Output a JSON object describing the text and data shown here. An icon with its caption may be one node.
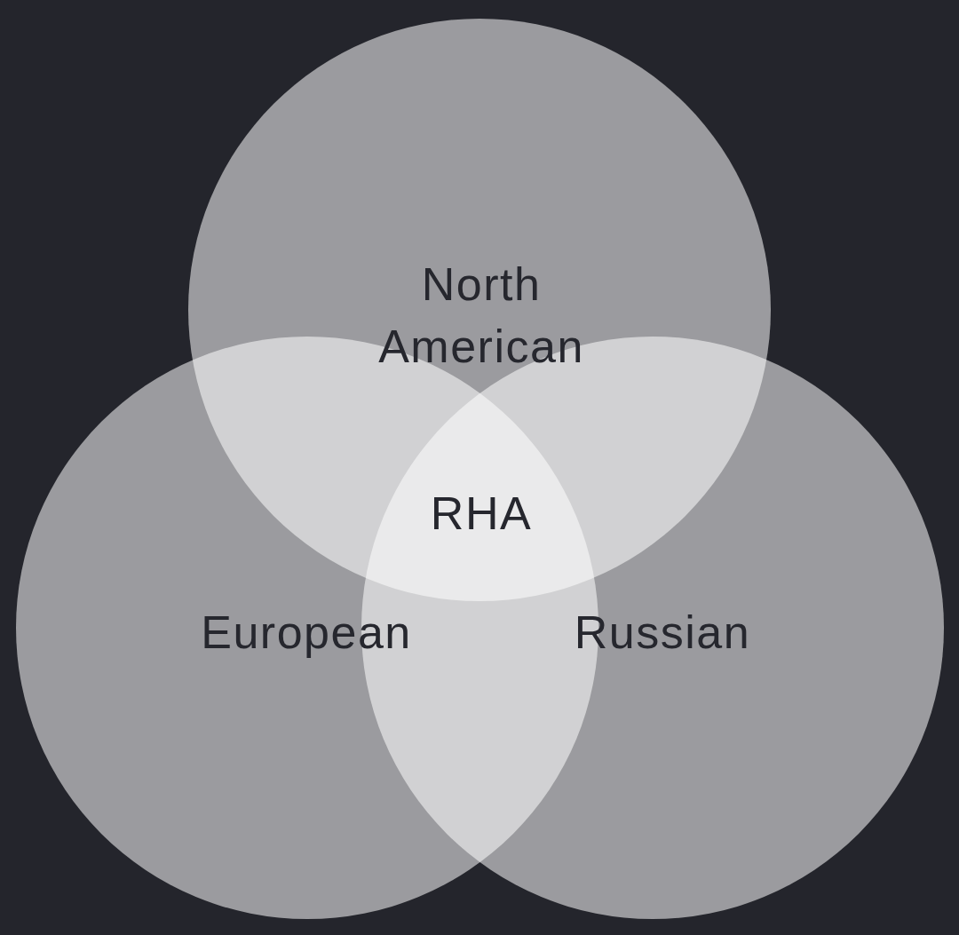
{
  "diagram": {
    "nodes": [
      {
        "text": [
          "North American"
        ]
      },
      {
        "text": [
          "European"
        ]
      },
      {
        "text": [
          "Russian"
        ]
      }
    ],
    "labels": [
      "RHA"
    ]
  }
}
